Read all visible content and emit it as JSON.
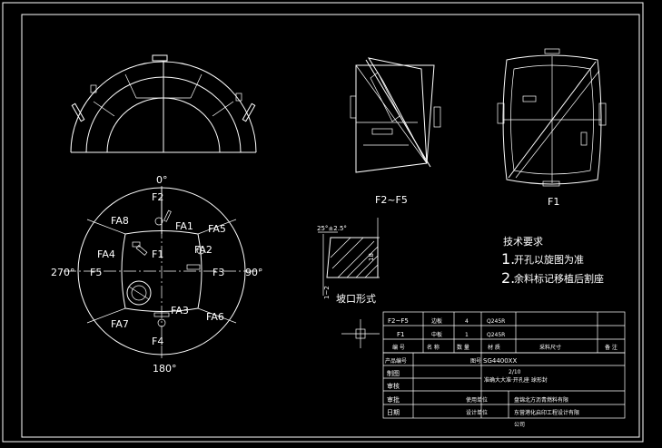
{
  "front_view": {
    "angles": {
      "top": "0°",
      "left": "270°",
      "right": "90°",
      "bottom": "180°"
    },
    "labels": {
      "f2": "F2",
      "fa8": "FA8",
      "fa1": "FA1",
      "fa5": "FA5",
      "fa4": "FA4",
      "f1": "F1",
      "fa2": "FA2",
      "f5": "F5",
      "f3": "F3",
      "fa7": "FA7",
      "fa3": "FA3",
      "fa6": "FA6",
      "f4": "F4"
    }
  },
  "side_views": {
    "left_caption": "F2~F5",
    "right_caption": "F1"
  },
  "weld_detail": {
    "angle_label": "25°±2.5°",
    "thickness": "18",
    "gap": "1~2",
    "caption": "坡口形式"
  },
  "tech_requirements": {
    "title": "技术要求",
    "item1_num": "1.",
    "item1": "开孔以旋图为准",
    "item2_num": "2.",
    "item2": "余料标记移植后割座"
  },
  "parts_table": {
    "rows": [
      {
        "code": "F2~F5",
        "name": "边板",
        "qty": "4",
        "material": "Q245R"
      },
      {
        "code": "F1",
        "name": "中板",
        "qty": "1",
        "material": "Q245R"
      }
    ],
    "header": {
      "code": "编 号",
      "name": "名 称",
      "qty": "数 量",
      "material": "材 质",
      "size": "采料尺寸",
      "remark": "备 注"
    }
  },
  "title_block": {
    "product_no_label": "产品编号",
    "drawing_no_label": "图号",
    "drawing_no": "SG4400XX",
    "drafter": "制图",
    "checker": "审核",
    "approver": "审批",
    "date": "日期",
    "title_line1": "2/10",
    "title_line2": "准确大大准·开孔座 球形封",
    "user_unit_label": "使用单位",
    "user_unit": "盘锦北方沥青燃料有限",
    "design_unit_label": "设计单位",
    "design_unit": "东营港化启印工程设计有限",
    "company": "公司"
  }
}
